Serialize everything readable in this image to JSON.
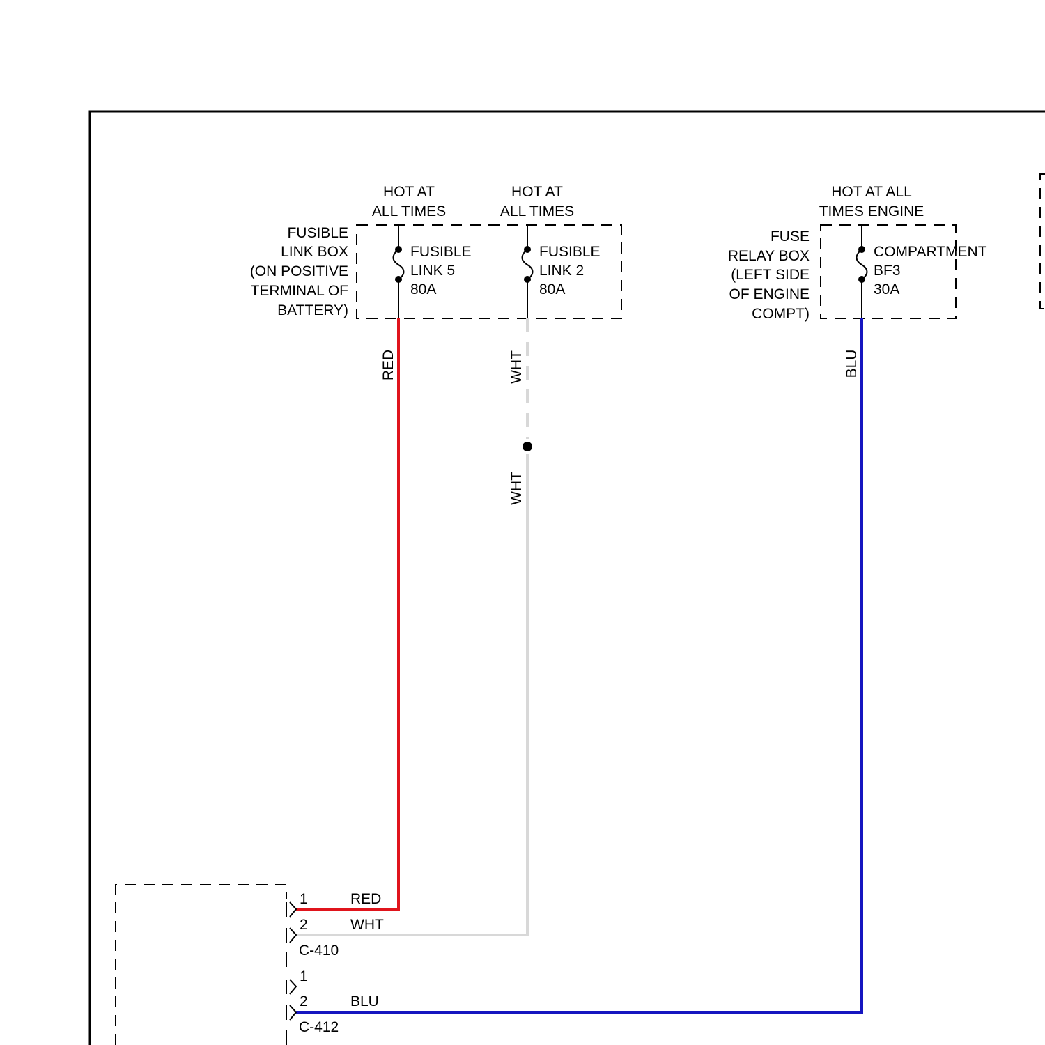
{
  "colors": {
    "red_wire": "#e0141c",
    "white_wire": "#d8d8d8",
    "blue_wire": "#1616c0",
    "line": "#000000",
    "background": "#ffffff"
  },
  "fusible_link_box": {
    "label": [
      "FUSIBLE",
      "LINK BOX",
      "(ON POSITIVE",
      "TERMINAL OF",
      "BATTERY)"
    ],
    "link5": {
      "hot": [
        "HOT AT",
        "ALL TIMES"
      ],
      "label": [
        "FUSIBLE",
        "LINK 5",
        "80A"
      ]
    },
    "link2": {
      "hot": [
        "HOT AT",
        "ALL TIMES"
      ],
      "label": [
        "FUSIBLE",
        "LINK 2",
        "80A"
      ]
    }
  },
  "fuse_relay_box": {
    "label": [
      "FUSE",
      "RELAY BOX",
      "(LEFT SIDE",
      "OF ENGINE",
      "COMPT)"
    ],
    "hot": [
      "HOT AT ALL",
      "TIMES ENGINE"
    ],
    "fuse_label": [
      "COMPARTMENT",
      "BF3",
      "30A"
    ]
  },
  "wires": {
    "red": "RED",
    "white_upper": "WHT",
    "white_lower": "WHT",
    "blue": "BLU"
  },
  "connectors": {
    "c410": {
      "name": "C-410",
      "pins": [
        {
          "pin": "1",
          "wire": "RED"
        },
        {
          "pin": "2",
          "wire": "WHT"
        }
      ]
    },
    "c412": {
      "name": "C-412",
      "pins": [
        {
          "pin": "1",
          "wire": ""
        },
        {
          "pin": "2",
          "wire": "BLU"
        }
      ]
    }
  }
}
